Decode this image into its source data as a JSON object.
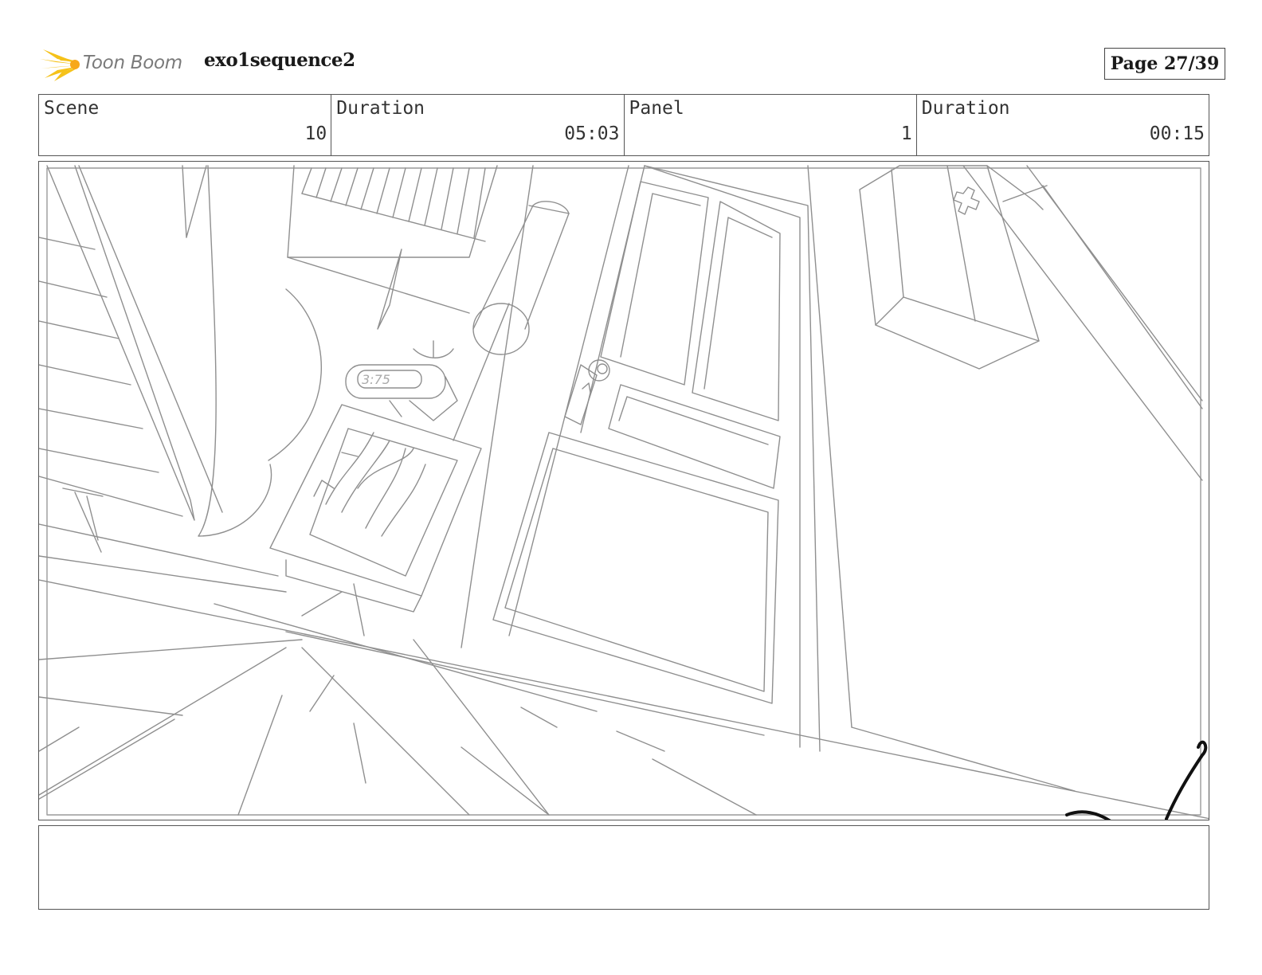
{
  "header": {
    "logo_text": "Toon Boom",
    "title": "exo1sequence2",
    "page_label": "Page 27/39"
  },
  "info": {
    "scene_label": "Scene",
    "scene_value": "10",
    "scene_duration_label": "Duration",
    "scene_duration_value": "05:03",
    "panel_label": "Panel",
    "panel_value": "1",
    "panel_duration_label": "Duration",
    "panel_duration_value": "00:15"
  },
  "panel": {
    "clock_text": "3:75"
  },
  "notes": {
    "text": ""
  }
}
